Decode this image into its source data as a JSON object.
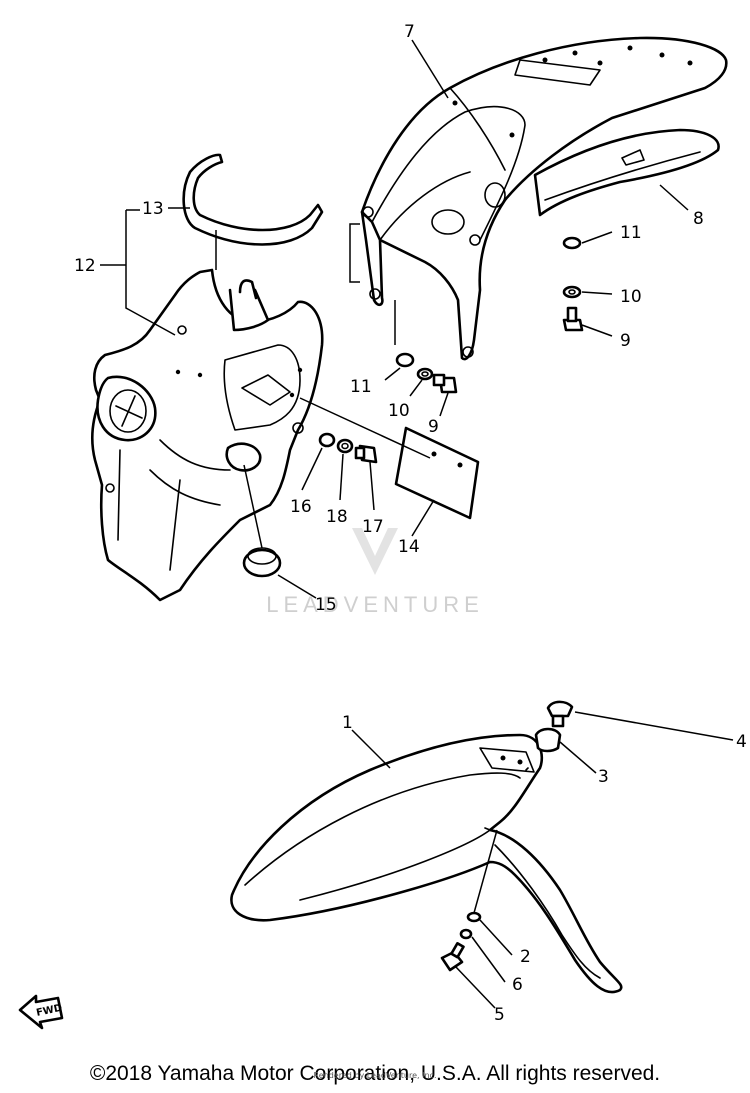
{
  "callouts": {
    "c1": "1",
    "c2": "2",
    "c3": "3",
    "c4": "4",
    "c5": "5",
    "c6": "6",
    "c7": "7",
    "c8": "8",
    "c9a": "9",
    "c9b": "9",
    "c10a": "10",
    "c10b": "10",
    "c11a": "11",
    "c11b": "11",
    "c12": "12",
    "c13": "13",
    "c14": "14",
    "c15": "15",
    "c16": "16",
    "c17": "17",
    "c18": "18"
  },
  "watermark": "LEADVENTURE",
  "fwd_label": "FWD",
  "copyright": "©2018 Yamaha Motor Corporation, U.S.A. All rights reserved.",
  "rendered_by": "Rendered by LeadVenture, Inc."
}
